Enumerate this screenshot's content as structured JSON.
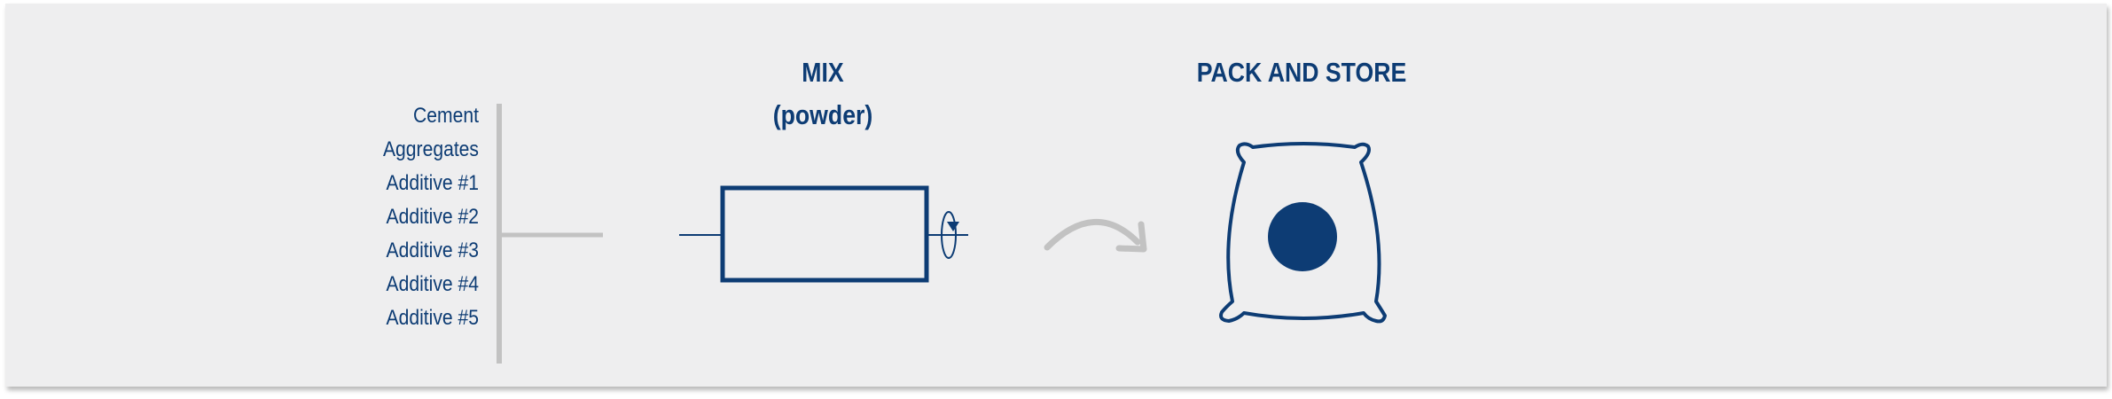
{
  "ingredients": {
    "items": [
      "Cement",
      "Aggregates",
      "Additive #1",
      "Additive #2",
      "Additive #3",
      "Additive #4",
      "Additive #5"
    ]
  },
  "mix": {
    "title": "MIX",
    "subtitle": "(powder)"
  },
  "pack": {
    "title": "PACK AND STORE"
  },
  "colors": {
    "primary": "#0d3c74",
    "connector": "#c2c2c2",
    "background": "#eeeeef"
  },
  "icons": [
    "mixer-drum-icon",
    "rotation-arrow-icon",
    "curved-arrow-icon",
    "sack-icon"
  ]
}
